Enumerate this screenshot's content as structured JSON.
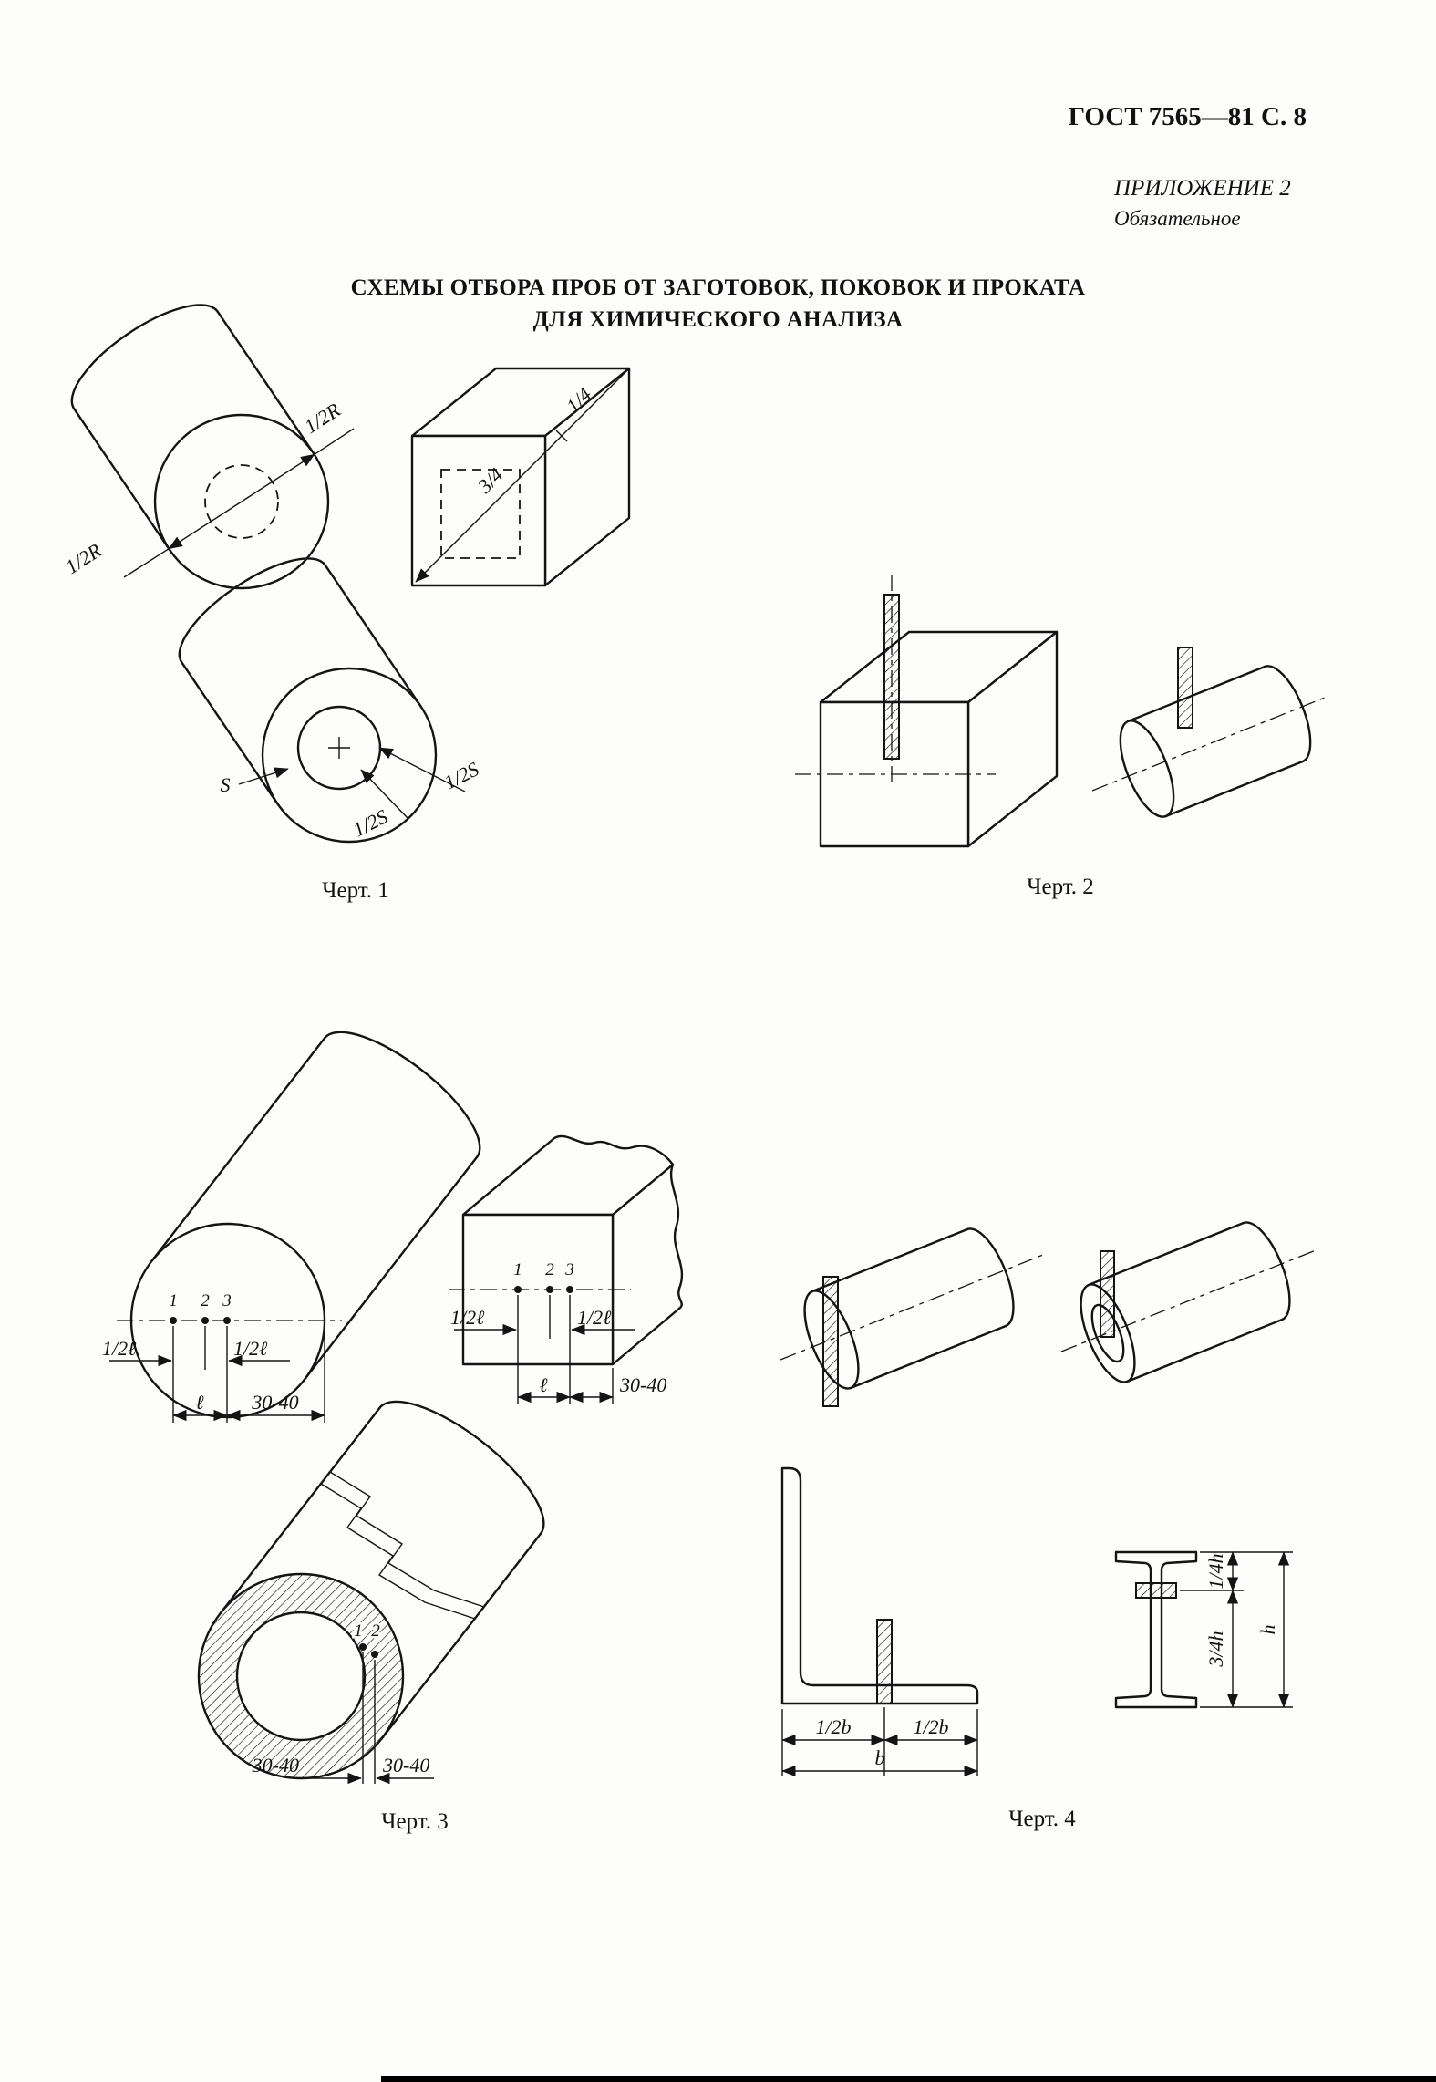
{
  "page": {
    "doc_ref": "ГОСТ 7565—81 С. 8",
    "appendix_line1": "ПРИЛОЖЕНИЕ 2",
    "appendix_line2": "Обязательное",
    "title_line1": "СХЕМЫ ОТБОРА ПРОБ ОТ ЗАГОТОВОК, ПОКОВОК И ПРОКАТА",
    "title_line2": "ДЛЯ ХИМИЧЕСКОГО АНАЛИЗА"
  },
  "fig1": {
    "caption": "Черт. 1",
    "labels": {
      "half_r_upper": "1/2R",
      "half_r_lower": "1/2R",
      "three_quarter": "3/4",
      "quarter": "1/4",
      "s": "S",
      "half_s_upper": "1/2S",
      "half_s_lower": "1/2S"
    }
  },
  "fig2": {
    "caption": "Черт. 2"
  },
  "fig3": {
    "caption": "Черт. 3",
    "cyl": {
      "n1": "1",
      "n2": "2",
      "n3": "3",
      "half_l_left": "1/2ℓ",
      "half_l_right": "1/2ℓ",
      "l": "ℓ",
      "range": "30-40"
    },
    "bar": {
      "n1": "1",
      "n2": "2",
      "n3": "3",
      "half_l_left": "1/2ℓ",
      "half_l_right": "1/2ℓ",
      "l": "ℓ",
      "range": "30-40"
    },
    "tube": {
      "n1": "1",
      "n2": "2",
      "range_left": "30-40",
      "range_right": "30-40"
    }
  },
  "fig4": {
    "caption": "Черт. 4",
    "labels": {
      "half_b_left": "1/2b",
      "half_b_right": "1/2b",
      "b": "b",
      "quarter_h": "1/4h",
      "three_quarter_h": "3/4h",
      "h": "h"
    }
  }
}
